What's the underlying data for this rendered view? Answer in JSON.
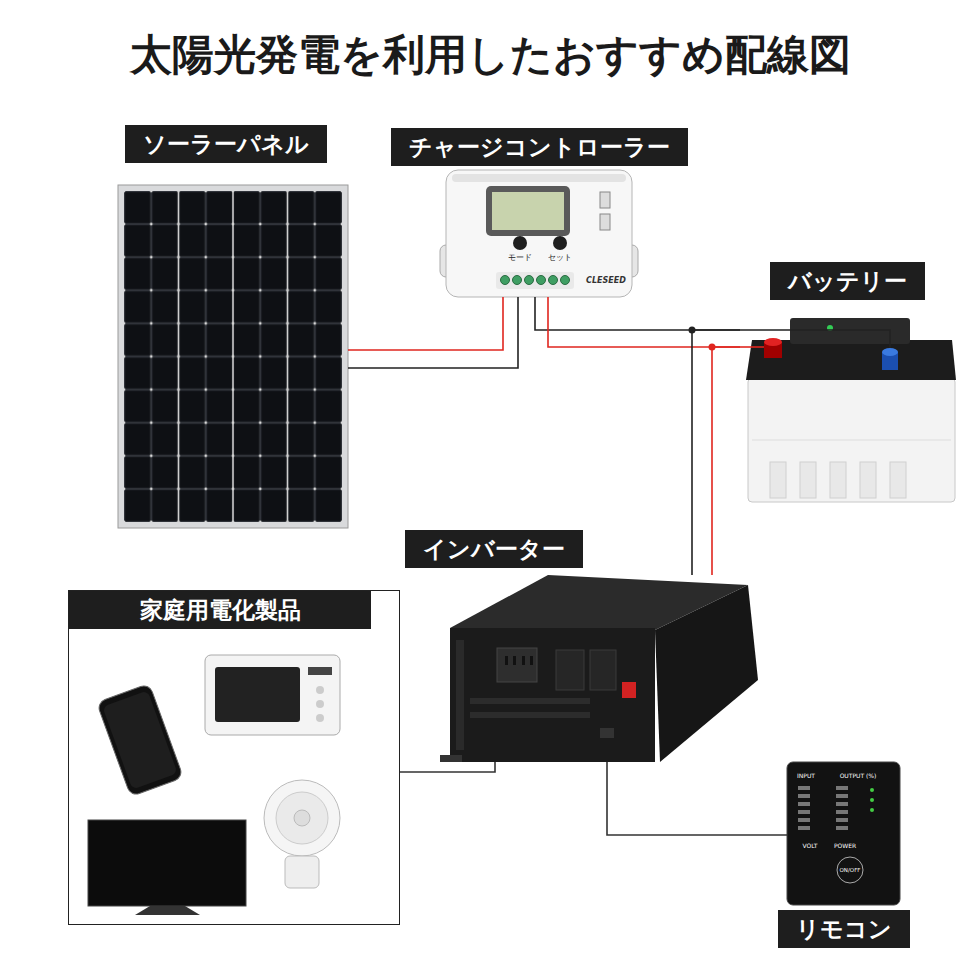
{
  "diagram": {
    "title": "太陽光発電を利用したおすすめ配線図",
    "nodes": [
      {
        "text": [
          "ソーラーパネル"
        ]
      },
      {
        "text": [
          "チャージコントローラー"
        ]
      },
      {
        "text": [
          "バッテリー"
        ]
      },
      {
        "text": [
          "インバーター"
        ]
      },
      {
        "text": [
          "家庭用電化製品"
        ]
      },
      {
        "text": [
          "リモコン"
        ]
      }
    ],
    "edges": [
      {
        "from": 0,
        "to": 1,
        "arrow": "none"
      },
      {
        "from": 1,
        "to": 2,
        "arrow": "none"
      },
      {
        "from": 2,
        "to": 3,
        "arrow": "none"
      },
      {
        "from": 3,
        "to": 4,
        "arrow": "none"
      },
      {
        "from": 3,
        "to": 5,
        "arrow": "none"
      }
    ],
    "labels": [
      "モード",
      "セット",
      "CLESEED",
      "INPUT",
      "OUTPUT (%)",
      "VOLT",
      "POWER",
      "ON/OFF"
    ]
  }
}
